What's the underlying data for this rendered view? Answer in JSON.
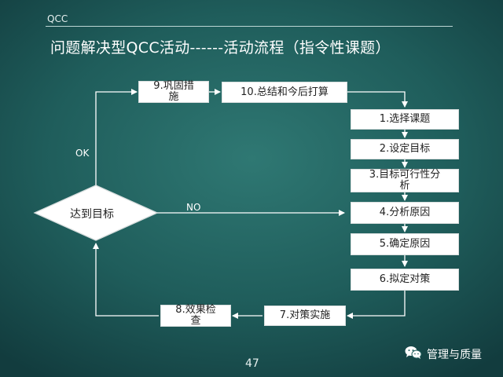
{
  "header": {
    "label": "QCC"
  },
  "title": "问题解决型QCC活动------活动流程（指令性课题）",
  "steps": {
    "s1": "1.选择课题",
    "s2": "2.设定目标",
    "s3": "3.目标可行性分\n析",
    "s4": "4.分析原因",
    "s5": "5.确定原因",
    "s6": "6.拟定对策",
    "s7": "7.对策实施",
    "s8": "8.效果检\n查",
    "s9": "9.巩固措\n施",
    "s10": "10.总结和今后打算"
  },
  "decision": {
    "label": "达到目标"
  },
  "edges": {
    "ok": "OK",
    "no": "NO"
  },
  "footer": {
    "page_number": "47",
    "brand": "管理与质量"
  },
  "colors": {
    "background": "#1f5d5b",
    "box": "#ffffff",
    "line": "#ffffff",
    "text": "#222222"
  },
  "icons": {
    "brand": "wechat-icon"
  }
}
